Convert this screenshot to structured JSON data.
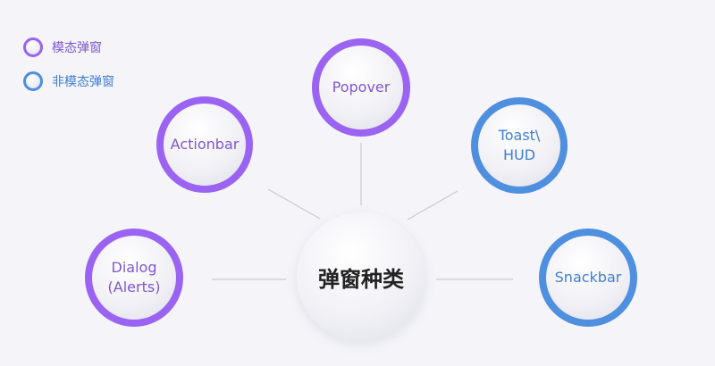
{
  "colors": {
    "modal": "#9a63f2",
    "modal_text": "#7e57cf",
    "modeless": "#4f8fe0",
    "modeless_text": "#3f7fd2",
    "connector": "#c9c9d2"
  },
  "legend": [
    {
      "label": "模态弹窗",
      "type": "modal"
    },
    {
      "label": "非模态弹窗",
      "type": "modeless"
    }
  ],
  "center": {
    "label": "弹窗种类"
  },
  "nodes": [
    {
      "label": "Popover",
      "type": "modal"
    },
    {
      "label": "Actionbar",
      "type": "modal"
    },
    {
      "label": "Dialog\n(Alerts)",
      "type": "modal"
    },
    {
      "label": "Toast\\\nHUD",
      "type": "modeless"
    },
    {
      "label": "Snackbar",
      "type": "modeless"
    }
  ]
}
